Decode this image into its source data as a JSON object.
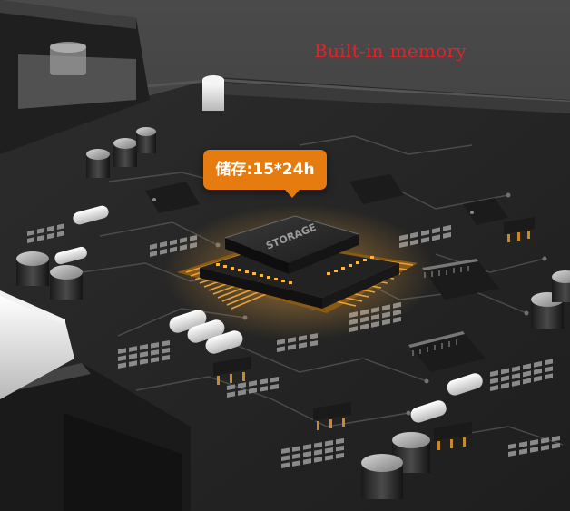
{
  "headline": {
    "text": "Built-in memory",
    "color": "#e8202a"
  },
  "callout": {
    "text": "储存:15*24h",
    "color": "#e67c10"
  },
  "chip": {
    "label": "STORAGE",
    "glow_color": "#f0a030"
  }
}
